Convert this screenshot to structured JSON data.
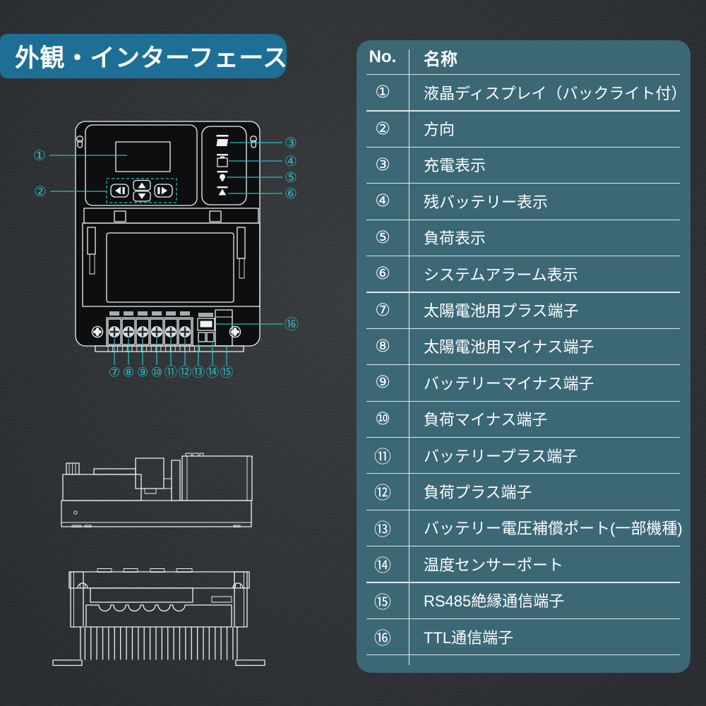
{
  "colors": {
    "bg": "#323538",
    "banner_bg": "#1d6f96",
    "panel_bg": "#3c6876",
    "accent": "#2bbac4",
    "line": "#eef2f3",
    "device_fill": "#0c0e0f"
  },
  "banner": {
    "title": "外観・インターフェース"
  },
  "table": {
    "headers": {
      "no": "No.",
      "name": "名称"
    },
    "rows": [
      {
        "no": "①",
        "name": "液晶ディスプレイ（バックライト付）"
      },
      {
        "no": "②",
        "name": "方向"
      },
      {
        "no": "③",
        "name": "充電表示"
      },
      {
        "no": "④",
        "name": "残バッテリー表示"
      },
      {
        "no": "⑤",
        "name": "負荷表示"
      },
      {
        "no": "⑥",
        "name": "システムアラーム表示"
      },
      {
        "no": "⑦",
        "name": "太陽電池用プラス端子"
      },
      {
        "no": "⑧",
        "name": "太陽電池用マイナス端子"
      },
      {
        "no": "⑨",
        "name": "バッテリーマイナス端子"
      },
      {
        "no": "⑩",
        "name": "負荷マイナス端子"
      },
      {
        "no": "⑪",
        "name": "バッテリープラス端子"
      },
      {
        "no": "⑫",
        "name": "負荷プラス端子"
      },
      {
        "no": "⑬",
        "name": "バッテリー電圧補償ポート(一部機種)"
      },
      {
        "no": "⑭",
        "name": "温度センサーポート"
      },
      {
        "no": "⑮",
        "name": "RS485絶縁通信端子"
      },
      {
        "no": "⑯",
        "name": "TTL通信端子"
      }
    ]
  },
  "diagram": {
    "callouts": [
      "①",
      "②",
      "③",
      "④",
      "⑤",
      "⑥",
      "⑦",
      "⑧",
      "⑨",
      "⑩",
      "⑪",
      "⑫",
      "⑬",
      "⑭",
      "⑮",
      "⑯"
    ]
  }
}
